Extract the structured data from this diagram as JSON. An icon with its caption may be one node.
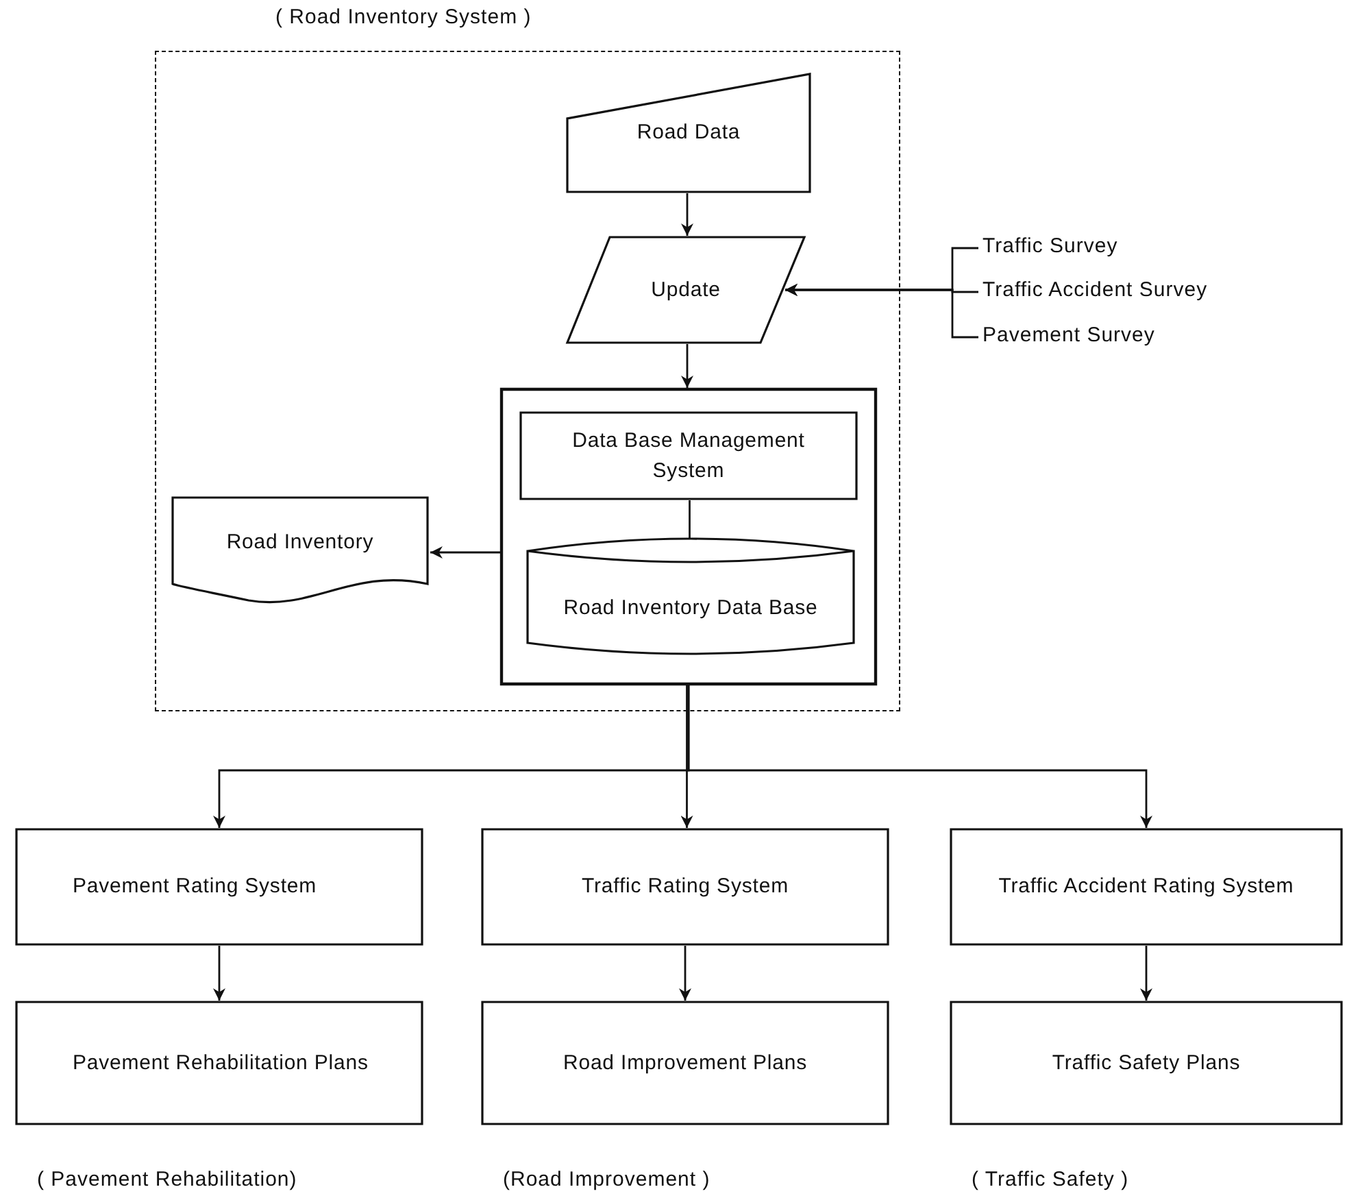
{
  "diagram": {
    "nodes": [
      {
        "text": [
          "( Road Inventory System )"
        ]
      },
      {
        "text": [
          "Road Data"
        ],
        "in": 0
      },
      {
        "text": [
          "Update"
        ],
        "in": 0
      },
      {
        "text": [
          "Traffic Survey"
        ]
      },
      {
        "text": [
          "Traffic Accident Survey"
        ]
      },
      {
        "text": [
          "Pavement Survey"
        ]
      },
      {
        "text": [],
        "shape": "box",
        "in": 0
      },
      {
        "text": [
          "Data Base Management System"
        ],
        "in": 6
      },
      {
        "text": [
          "Road Inventory Data Base"
        ],
        "in": 6
      },
      {
        "text": [
          "Road Inventory"
        ],
        "in": 0
      },
      {
        "text": [
          "Pavement Rating System"
        ]
      },
      {
        "text": [
          "Traffic Rating System"
        ]
      },
      {
        "text": [
          "Traffic Accident Rating System"
        ]
      },
      {
        "text": [
          "Pavement Rehabilitation Plans"
        ],
        "beside": [
          "( Pavement Rehabilitation)"
        ]
      },
      {
        "text": [
          "Road Improvement Plans"
        ],
        "beside": [
          "(Road Improvement )"
        ]
      },
      {
        "text": [
          "Traffic Safety Plans"
        ],
        "beside": [
          "( Traffic Safety )"
        ]
      }
    ],
    "edges": [
      {
        "from": 1,
        "to": 2,
        "arrow": "to"
      },
      {
        "from": 3,
        "to": 2,
        "arrow": "to"
      },
      {
        "from": 4,
        "to": 2,
        "arrow": "to"
      },
      {
        "from": 5,
        "to": 2,
        "arrow": "to"
      },
      {
        "from": 2,
        "to": 6,
        "arrow": "to"
      },
      {
        "from": 7,
        "to": 8,
        "arrow": "none"
      },
      {
        "from": 6,
        "to": 9,
        "arrow": "to"
      },
      {
        "from": 6,
        "to": 10,
        "arrow": "to"
      },
      {
        "from": 6,
        "to": 11,
        "arrow": "to"
      },
      {
        "from": 6,
        "to": 12,
        "arrow": "to"
      },
      {
        "from": 10,
        "to": 13,
        "arrow": "to"
      },
      {
        "from": 11,
        "to": 14,
        "arrow": "to"
      },
      {
        "from": 12,
        "to": 15,
        "arrow": "to"
      }
    ]
  }
}
